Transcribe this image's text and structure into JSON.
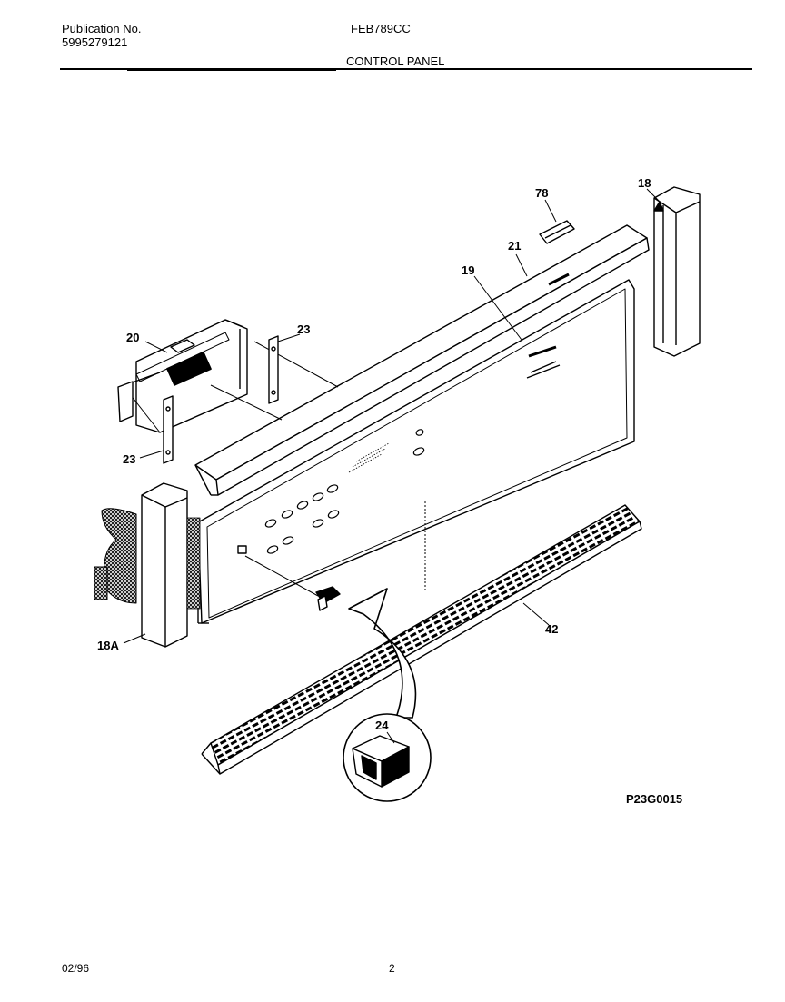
{
  "header": {
    "publication_label": "Publication No.",
    "publication_number": "5995279121",
    "model": "FEB789CC",
    "section_title": "CONTROL PANEL"
  },
  "callouts": {
    "c78": "78",
    "c18": "18",
    "c21": "21",
    "c19": "19",
    "c20": "20",
    "c23a": "23",
    "c23b": "23",
    "c18a": "18A",
    "c42": "42",
    "c24": "24"
  },
  "figure_code": "P23G0015",
  "footer": {
    "date": "02/96",
    "page": "2"
  }
}
